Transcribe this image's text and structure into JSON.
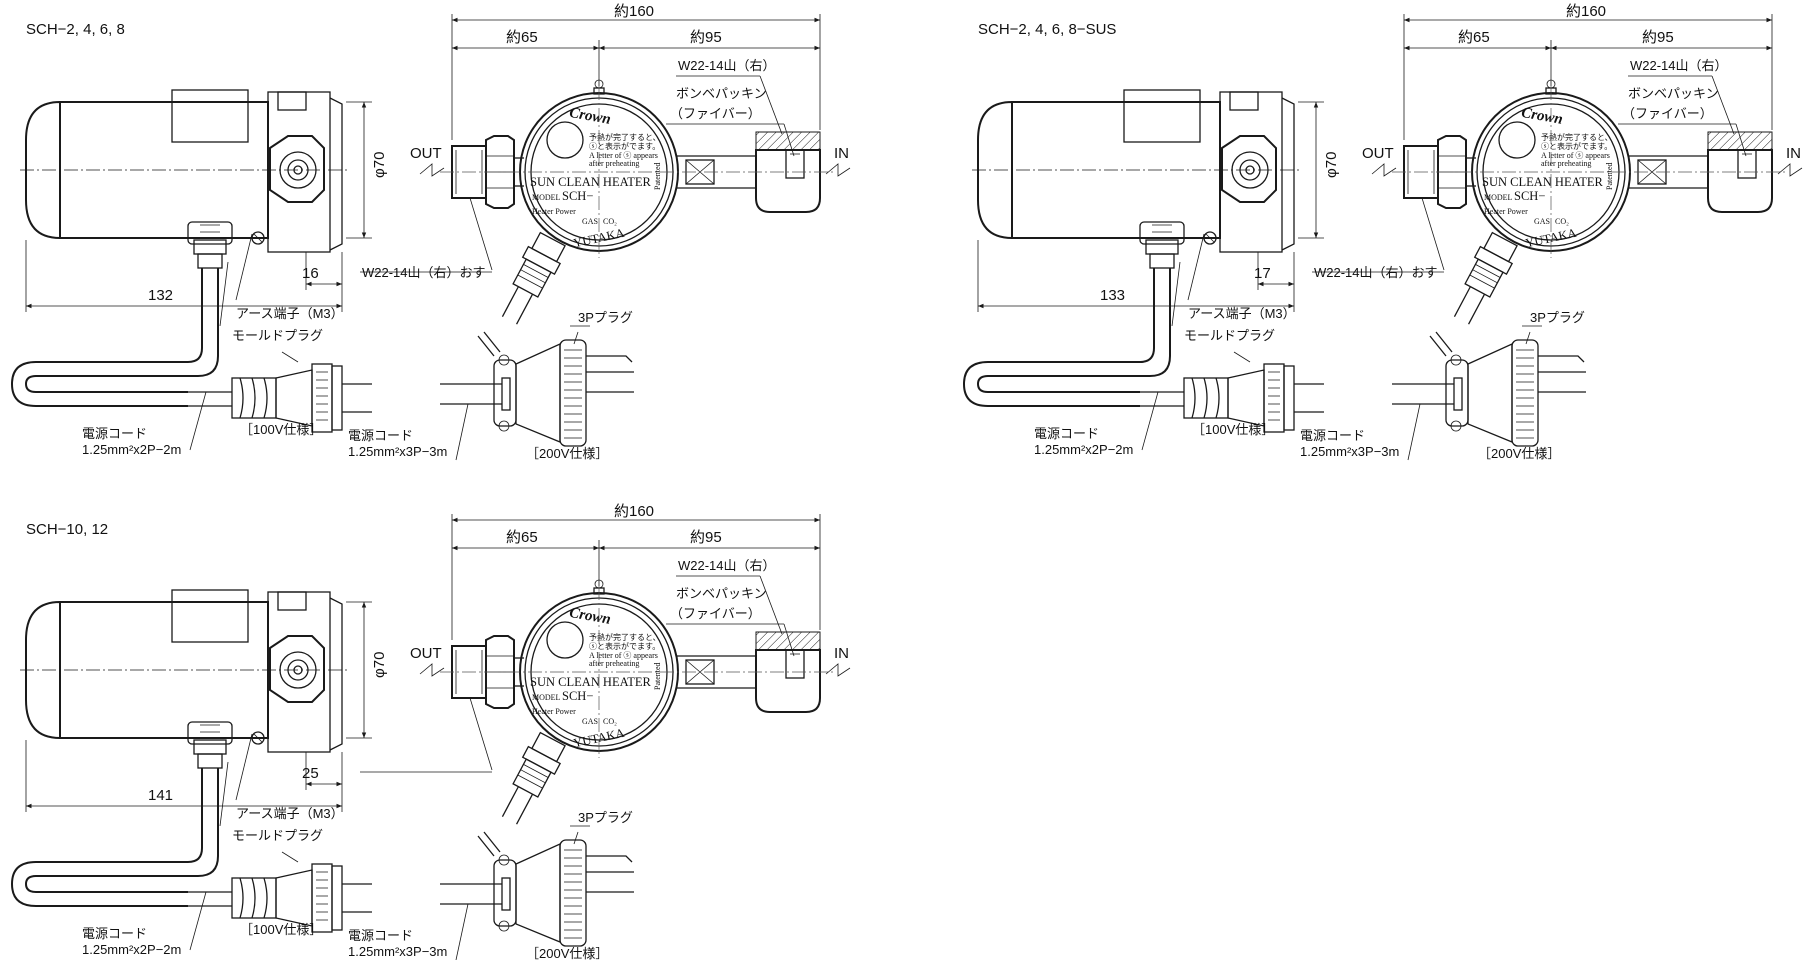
{
  "variants": [
    {
      "title": "SCH−2, 4, 6, 8",
      "dim_total": "約160",
      "dim_left": "約65",
      "dim_right": "約95",
      "dim_dia": "φ70",
      "dim_length": "132",
      "dim_offset": "16",
      "thread_top": "W22-14山（右）",
      "packing": "ボンベパッキン",
      "packing_sub": "（ファイバー）",
      "thread_bottom": "W22-14山（右）おす",
      "out": "OUT",
      "in": "IN",
      "earth": "アース端子（M3）",
      "mold_plug": "モールドプラグ",
      "plug3p": "3Pプラグ",
      "cord100": "電源コード",
      "cord100_spec": "1.25mm²x2P−2m",
      "v100": "［100V仕様］",
      "cord200": "電源コード",
      "cord200_spec": "1.25mm²x3P−3m",
      "v200": "［200V仕様］"
    },
    {
      "title": "SCH−2, 4, 6, 8−SUS",
      "dim_total": "約160",
      "dim_left": "約65",
      "dim_right": "約95",
      "dim_dia": "φ70",
      "dim_length": "133",
      "dim_offset": "17",
      "thread_top": "W22-14山（右）",
      "packing": "ボンベパッキン",
      "packing_sub": "（ファイバー）",
      "thread_bottom": "W22-14山（右）おす",
      "out": "OUT",
      "in": "IN",
      "earth": "アース端子（M3）",
      "mold_plug": "モールドプラグ",
      "plug3p": "3Pプラグ",
      "cord100": "電源コード",
      "cord100_spec": "1.25mm²x2P−2m",
      "v100": "［100V仕様］",
      "cord200": "電源コード",
      "cord200_spec": "1.25mm²x3P−3m",
      "v200": "［200V仕様］"
    },
    {
      "title": "SCH−10, 12",
      "dim_total": "約160",
      "dim_left": "約65",
      "dim_right": "約95",
      "dim_dia": "φ70",
      "dim_length": "141",
      "dim_offset": "25",
      "thread_top": "W22-14山（右）",
      "packing": "ボンベパッキン",
      "packing_sub": "（ファイバー）",
      "thread_bottom": "",
      "out": "OUT",
      "in": "IN",
      "earth": "アース端子（M3）",
      "mold_plug": "モールドプラグ",
      "plug3p": "3Pプラグ",
      "cord100": "電源コード",
      "cord100_spec": "1.25mm²x2P−2m",
      "v100": "［100V仕様］",
      "cord200": "電源コード",
      "cord200_spec": "1.25mm²x3P−3m",
      "v200": "［200V仕様］"
    }
  ],
  "gauge_face": {
    "brand": "Crown",
    "jp_note1": "予熱が完了すると、",
    "jp_note2": "ⓢと表示がでます。",
    "en_note1": "A letter of ⓢ appears",
    "en_note2": "after preheating",
    "product": "SUN CLEAN HEATER",
    "model_label": "MODEL",
    "model_value": "SCH−",
    "heater_power": "Heater Power",
    "gas": "GAS",
    "gas_value": "CO₂",
    "maker": "YUTAKA",
    "side_mark": "Patented"
  }
}
